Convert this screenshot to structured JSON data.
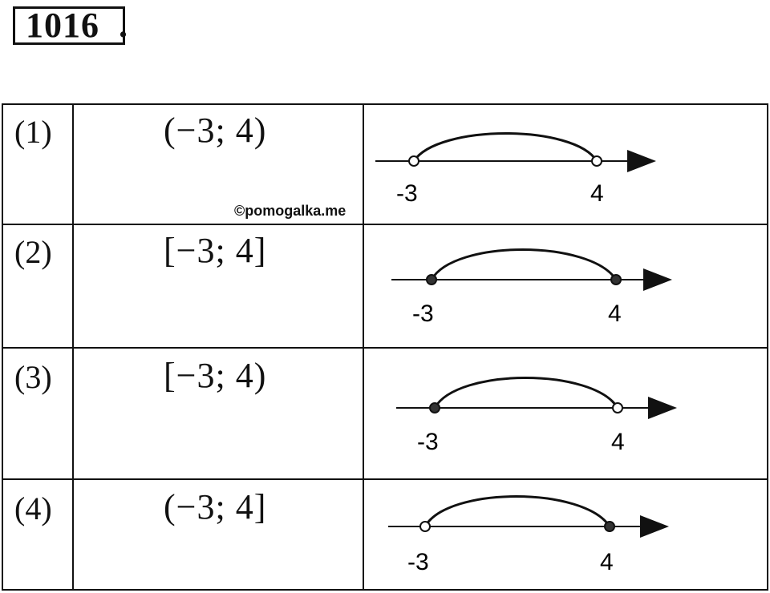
{
  "problem": {
    "number": "1016",
    "dot": "."
  },
  "watermark": "©pomogalka.me",
  "rows": [
    {
      "label": "(1)",
      "interval": "(−3; 4)",
      "left": "-3",
      "right": "4",
      "left_closed": false,
      "right_closed": false
    },
    {
      "label": "(2)",
      "interval": "[−3; 4]",
      "left": "-3",
      "right": "4",
      "left_closed": true,
      "right_closed": true
    },
    {
      "label": "(3)",
      "interval": "[−3; 4)",
      "left": "-3",
      "right": "4",
      "left_closed": true,
      "right_closed": false
    },
    {
      "label": "(4)",
      "interval": "(−3; 4]",
      "left": "-3",
      "right": "4",
      "left_closed": false,
      "right_closed": true
    }
  ]
}
